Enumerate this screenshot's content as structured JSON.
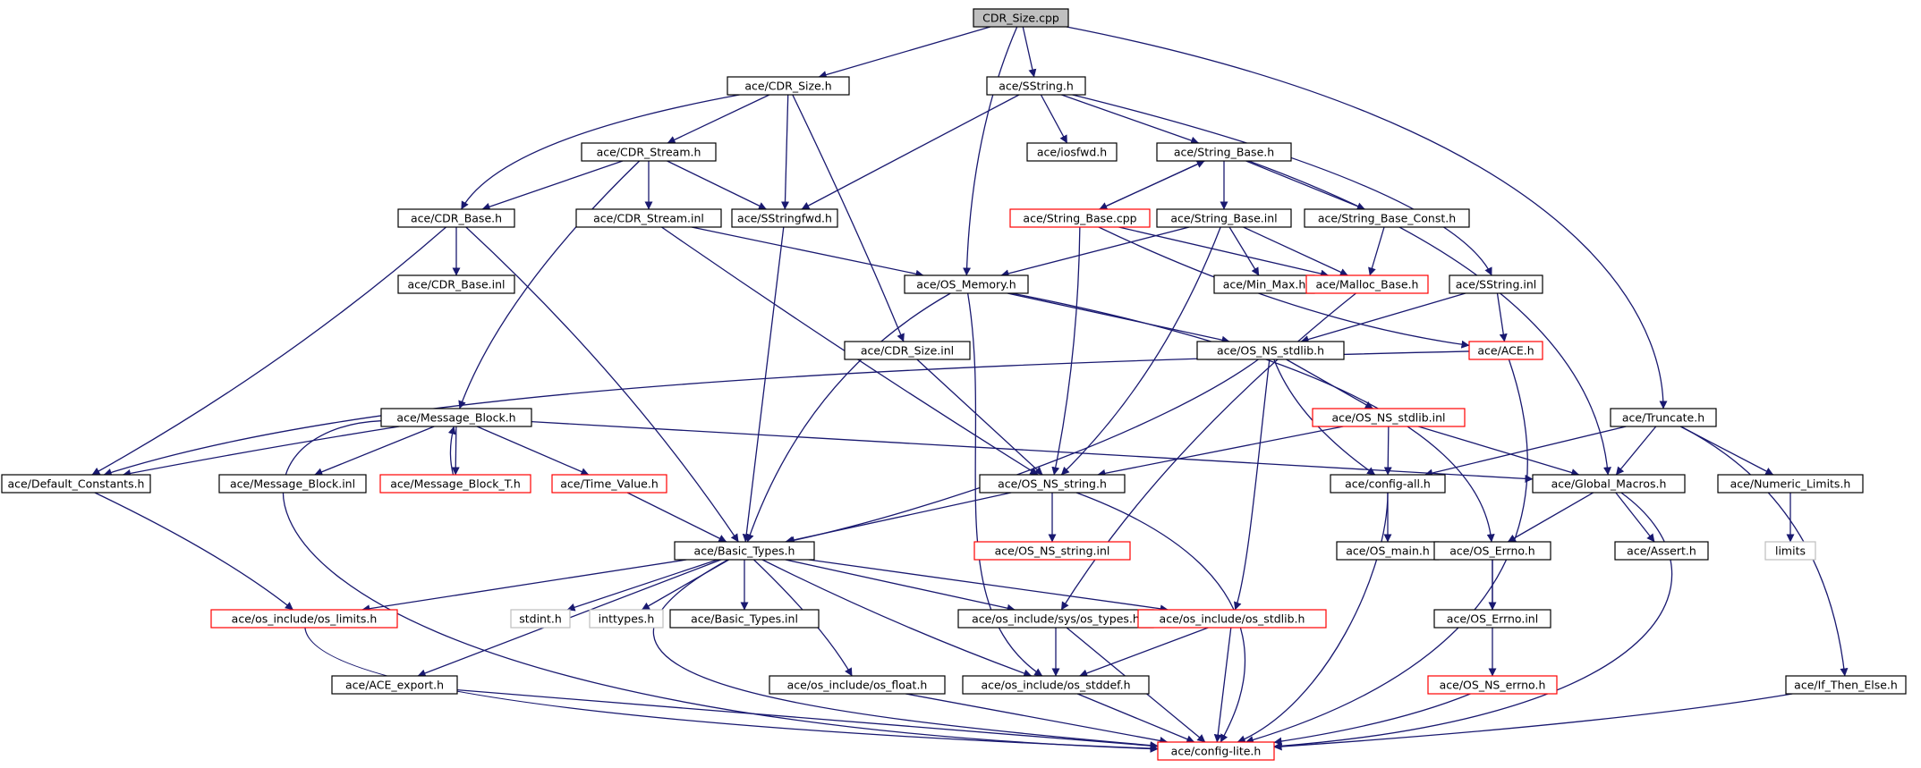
{
  "diagram": {
    "type": "include-dependency-graph",
    "colors": {
      "edge": "#191970",
      "node_border": "#000000",
      "incomplete_border": "#ff0000",
      "external_border": "#bfbfbf",
      "root_fill": "#bfbfbf",
      "node_fill": "#ffffff",
      "external_text": "#555555"
    },
    "nodes": [
      {
        "id": "cdr_size_cpp",
        "label": "CDR_Size.cpp",
        "kind": "root"
      },
      {
        "id": "cdr_size_h",
        "label": "ace/CDR_Size.h",
        "kind": "normal"
      },
      {
        "id": "sstring_h",
        "label": "ace/SString.h",
        "kind": "normal"
      },
      {
        "id": "cdr_stream_h",
        "label": "ace/CDR_Stream.h",
        "kind": "normal"
      },
      {
        "id": "iosfwd_h",
        "label": "ace/iosfwd.h",
        "kind": "normal"
      },
      {
        "id": "string_base_h",
        "label": "ace/String_Base.h",
        "kind": "normal"
      },
      {
        "id": "cdr_base_h",
        "label": "ace/CDR_Base.h",
        "kind": "normal"
      },
      {
        "id": "cdr_stream_inl",
        "label": "ace/CDR_Stream.inl",
        "kind": "normal"
      },
      {
        "id": "sstringfwd_h",
        "label": "ace/SStringfwd.h",
        "kind": "normal"
      },
      {
        "id": "string_base_cpp",
        "label": "ace/String_Base.cpp",
        "kind": "incomplete"
      },
      {
        "id": "string_base_inl",
        "label": "ace/String_Base.inl",
        "kind": "normal"
      },
      {
        "id": "string_base_const_h",
        "label": "ace/String_Base_Const.h",
        "kind": "normal"
      },
      {
        "id": "cdr_base_inl",
        "label": "ace/CDR_Base.inl",
        "kind": "normal"
      },
      {
        "id": "os_memory_h",
        "label": "ace/OS_Memory.h",
        "kind": "normal"
      },
      {
        "id": "min_max_h",
        "label": "ace/Min_Max.h",
        "kind": "normal"
      },
      {
        "id": "malloc_base_h",
        "label": "ace/Malloc_Base.h",
        "kind": "incomplete"
      },
      {
        "id": "sstring_inl",
        "label": "ace/SString.inl",
        "kind": "normal"
      },
      {
        "id": "cdr_size_inl",
        "label": "ace/CDR_Size.inl",
        "kind": "normal"
      },
      {
        "id": "os_ns_stdlib_h",
        "label": "ace/OS_NS_stdlib.h",
        "kind": "normal"
      },
      {
        "id": "ace_h",
        "label": "ace/ACE.h",
        "kind": "incomplete"
      },
      {
        "id": "message_block_h",
        "label": "ace/Message_Block.h",
        "kind": "normal"
      },
      {
        "id": "os_ns_stdlib_inl",
        "label": "ace/OS_NS_stdlib.inl",
        "kind": "incomplete"
      },
      {
        "id": "truncate_h",
        "label": "ace/Truncate.h",
        "kind": "normal"
      },
      {
        "id": "default_constants_h",
        "label": "ace/Default_Constants.h",
        "kind": "normal"
      },
      {
        "id": "message_block_inl",
        "label": "ace/Message_Block.inl",
        "kind": "normal"
      },
      {
        "id": "message_block_t_h",
        "label": "ace/Message_Block_T.h",
        "kind": "incomplete"
      },
      {
        "id": "time_value_h",
        "label": "ace/Time_Value.h",
        "kind": "incomplete"
      },
      {
        "id": "os_ns_string_h",
        "label": "ace/OS_NS_string.h",
        "kind": "normal"
      },
      {
        "id": "config_all_h",
        "label": "ace/config-all.h",
        "kind": "normal"
      },
      {
        "id": "global_macros_h",
        "label": "ace/Global_Macros.h",
        "kind": "normal"
      },
      {
        "id": "numeric_limits_h",
        "label": "ace/Numeric_Limits.h",
        "kind": "normal"
      },
      {
        "id": "limits",
        "label": "limits",
        "kind": "external"
      },
      {
        "id": "basic_types_h",
        "label": "ace/Basic_Types.h",
        "kind": "normal"
      },
      {
        "id": "os_ns_string_inl",
        "label": "ace/OS_NS_string.inl",
        "kind": "incomplete"
      },
      {
        "id": "os_main_h",
        "label": "ace/OS_main.h",
        "kind": "normal"
      },
      {
        "id": "os_errno_h",
        "label": "ace/OS_Errno.h",
        "kind": "normal"
      },
      {
        "id": "assert_h",
        "label": "ace/Assert.h",
        "kind": "normal"
      },
      {
        "id": "os_limits_h",
        "label": "ace/os_include/os_limits.h",
        "kind": "incomplete"
      },
      {
        "id": "stdint_h",
        "label": "stdint.h",
        "kind": "external"
      },
      {
        "id": "inttypes_h",
        "label": "inttypes.h",
        "kind": "external"
      },
      {
        "id": "basic_types_inl",
        "label": "ace/Basic_Types.inl",
        "kind": "normal"
      },
      {
        "id": "sys_os_types_h",
        "label": "ace/os_include/sys/os_types.h",
        "kind": "normal"
      },
      {
        "id": "os_stdlib_h",
        "label": "ace/os_include/os_stdlib.h",
        "kind": "incomplete"
      },
      {
        "id": "os_errno_inl",
        "label": "ace/OS_Errno.inl",
        "kind": "normal"
      },
      {
        "id": "ace_export_h",
        "label": "ace/ACE_export.h",
        "kind": "normal"
      },
      {
        "id": "os_float_h",
        "label": "ace/os_include/os_float.h",
        "kind": "normal"
      },
      {
        "id": "os_stddef_h",
        "label": "ace/os_include/os_stddef.h",
        "kind": "normal"
      },
      {
        "id": "os_ns_errno_h",
        "label": "ace/OS_NS_errno.h",
        "kind": "incomplete"
      },
      {
        "id": "if_then_else_h",
        "label": "ace/If_Then_Else.h",
        "kind": "normal"
      },
      {
        "id": "config_lite_h",
        "label": "ace/config-lite.h",
        "kind": "incomplete"
      }
    ],
    "edges": [
      [
        "cdr_size_cpp",
        "cdr_size_h"
      ],
      [
        "cdr_size_cpp",
        "sstring_h"
      ],
      [
        "cdr_size_cpp",
        "os_memory_h"
      ],
      [
        "cdr_size_cpp",
        "truncate_h"
      ],
      [
        "cdr_size_h",
        "cdr_stream_h"
      ],
      [
        "cdr_size_h",
        "cdr_base_h"
      ],
      [
        "cdr_size_h",
        "sstringfwd_h"
      ],
      [
        "cdr_size_h",
        "cdr_size_inl"
      ],
      [
        "sstring_h",
        "sstringfwd_h"
      ],
      [
        "sstring_h",
        "iosfwd_h"
      ],
      [
        "sstring_h",
        "string_base_h"
      ],
      [
        "sstring_h",
        "sstring_inl"
      ],
      [
        "cdr_stream_h",
        "cdr_base_h"
      ],
      [
        "cdr_stream_h",
        "cdr_stream_inl"
      ],
      [
        "cdr_stream_h",
        "sstringfwd_h"
      ],
      [
        "cdr_stream_h",
        "message_block_h"
      ],
      [
        "string_base_h",
        "string_base_cpp"
      ],
      [
        "string_base_h",
        "string_base_inl"
      ],
      [
        "string_base_h",
        "string_base_const_h"
      ],
      [
        "string_base_h",
        "global_macros_h"
      ],
      [
        "string_base_cpp",
        "string_base_h"
      ],
      [
        "string_base_cpp",
        "malloc_base_h"
      ],
      [
        "string_base_cpp",
        "os_ns_string_h"
      ],
      [
        "string_base_cpp",
        "ace_h"
      ],
      [
        "string_base_inl",
        "os_memory_h"
      ],
      [
        "string_base_inl",
        "min_max_h"
      ],
      [
        "string_base_inl",
        "malloc_base_h"
      ],
      [
        "string_base_inl",
        "os_ns_string_h"
      ],
      [
        "string_base_const_h",
        "malloc_base_h"
      ],
      [
        "cdr_base_h",
        "cdr_base_inl"
      ],
      [
        "cdr_base_h",
        "default_constants_h"
      ],
      [
        "cdr_base_h",
        "basic_types_h"
      ],
      [
        "cdr_stream_inl",
        "os_memory_h"
      ],
      [
        "cdr_stream_inl",
        "os_ns_string_h"
      ],
      [
        "sstringfwd_h",
        "basic_types_h"
      ],
      [
        "os_memory_h",
        "os_ns_stdlib_h"
      ],
      [
        "os_memory_h",
        "basic_types_h"
      ],
      [
        "os_memory_h",
        "os_stddef_h"
      ],
      [
        "os_memory_h",
        "os_errno_h"
      ],
      [
        "malloc_base_h",
        "sys_os_types_h"
      ],
      [
        "sstring_inl",
        "ace_h"
      ],
      [
        "sstring_inl",
        "os_ns_stdlib_h"
      ],
      [
        "ace_h",
        "default_constants_h"
      ],
      [
        "ace_h",
        "config_lite_h"
      ],
      [
        "cdr_size_inl",
        "os_ns_string_h"
      ],
      [
        "os_ns_stdlib_h",
        "os_ns_stdlib_inl"
      ],
      [
        "os_ns_stdlib_h",
        "config_all_h"
      ],
      [
        "os_ns_stdlib_h",
        "basic_types_h"
      ],
      [
        "os_ns_stdlib_h",
        "os_stdlib_h"
      ],
      [
        "os_ns_stdlib_inl",
        "os_ns_string_h"
      ],
      [
        "os_ns_stdlib_inl",
        "config_all_h"
      ],
      [
        "os_ns_stdlib_inl",
        "global_macros_h"
      ],
      [
        "message_block_h",
        "default_constants_h"
      ],
      [
        "message_block_h",
        "message_block_inl"
      ],
      [
        "message_block_h",
        "message_block_t_h"
      ],
      [
        "message_block_h",
        "time_value_h"
      ],
      [
        "message_block_h",
        "global_macros_h"
      ],
      [
        "message_block_h",
        "config_lite_h"
      ],
      [
        "message_block_t_h",
        "message_block_h"
      ],
      [
        "time_value_h",
        "basic_types_h"
      ],
      [
        "truncate_h",
        "global_macros_h"
      ],
      [
        "truncate_h",
        "config_all_h"
      ],
      [
        "truncate_h",
        "numeric_limits_h"
      ],
      [
        "truncate_h",
        "if_then_else_h"
      ],
      [
        "numeric_limits_h",
        "limits"
      ],
      [
        "default_constants_h",
        "os_limits_h"
      ],
      [
        "os_ns_string_h",
        "basic_types_h"
      ],
      [
        "os_ns_string_h",
        "os_ns_string_inl"
      ],
      [
        "os_ns_string_h",
        "config_lite_h"
      ],
      [
        "config_all_h",
        "os_main_h"
      ],
      [
        "config_all_h",
        "config_lite_h"
      ],
      [
        "global_macros_h",
        "os_errno_h"
      ],
      [
        "global_macros_h",
        "assert_h"
      ],
      [
        "global_macros_h",
        "config_lite_h"
      ],
      [
        "os_errno_h",
        "os_errno_inl"
      ],
      [
        "os_errno_h",
        "os_ns_errno_h"
      ],
      [
        "basic_types_h",
        "os_limits_h"
      ],
      [
        "basic_types_h",
        "stdint_h"
      ],
      [
        "basic_types_h",
        "inttypes_h"
      ],
      [
        "basic_types_h",
        "basic_types_inl"
      ],
      [
        "basic_types_h",
        "sys_os_types_h"
      ],
      [
        "basic_types_h",
        "os_stdlib_h"
      ],
      [
        "basic_types_h",
        "ace_export_h"
      ],
      [
        "basic_types_h",
        "os_float_h"
      ],
      [
        "basic_types_h",
        "os_stddef_h"
      ],
      [
        "basic_types_h",
        "config_lite_h"
      ],
      [
        "os_limits_h",
        "config_lite_h"
      ],
      [
        "sys_os_types_h",
        "os_stddef_h"
      ],
      [
        "sys_os_types_h",
        "config_lite_h"
      ],
      [
        "os_stdlib_h",
        "os_stddef_h"
      ],
      [
        "os_stdlib_h",
        "config_lite_h"
      ],
      [
        "ace_export_h",
        "config_lite_h"
      ],
      [
        "os_float_h",
        "config_lite_h"
      ],
      [
        "os_stddef_h",
        "config_lite_h"
      ],
      [
        "os_ns_errno_h",
        "config_lite_h"
      ],
      [
        "if_then_else_h",
        "config_lite_h"
      ]
    ]
  }
}
